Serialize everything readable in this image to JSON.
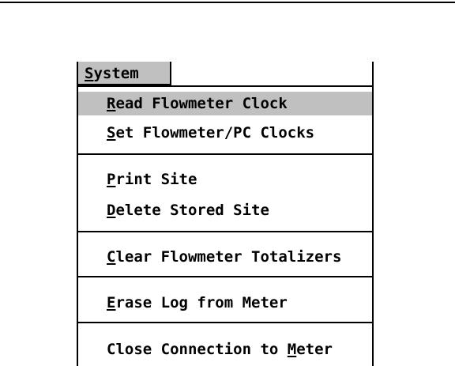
{
  "menu": {
    "title_accel": "S",
    "title_rest": "ystem",
    "items": [
      {
        "accel": "R",
        "rest": "ead Flowmeter Clock"
      },
      {
        "accel": "S",
        "rest": "et Flowmeter/PC Clocks"
      },
      {
        "accel": "P",
        "rest": "rint Site"
      },
      {
        "accel": "D",
        "rest": "elete Stored Site"
      },
      {
        "accel": "C",
        "rest": "lear Flowmeter Totalizers"
      },
      {
        "accel": "E",
        "rest": "rase Log from Meter"
      },
      {
        "prefix": "Close Connection to ",
        "accel": "M",
        "rest": "eter"
      }
    ]
  }
}
